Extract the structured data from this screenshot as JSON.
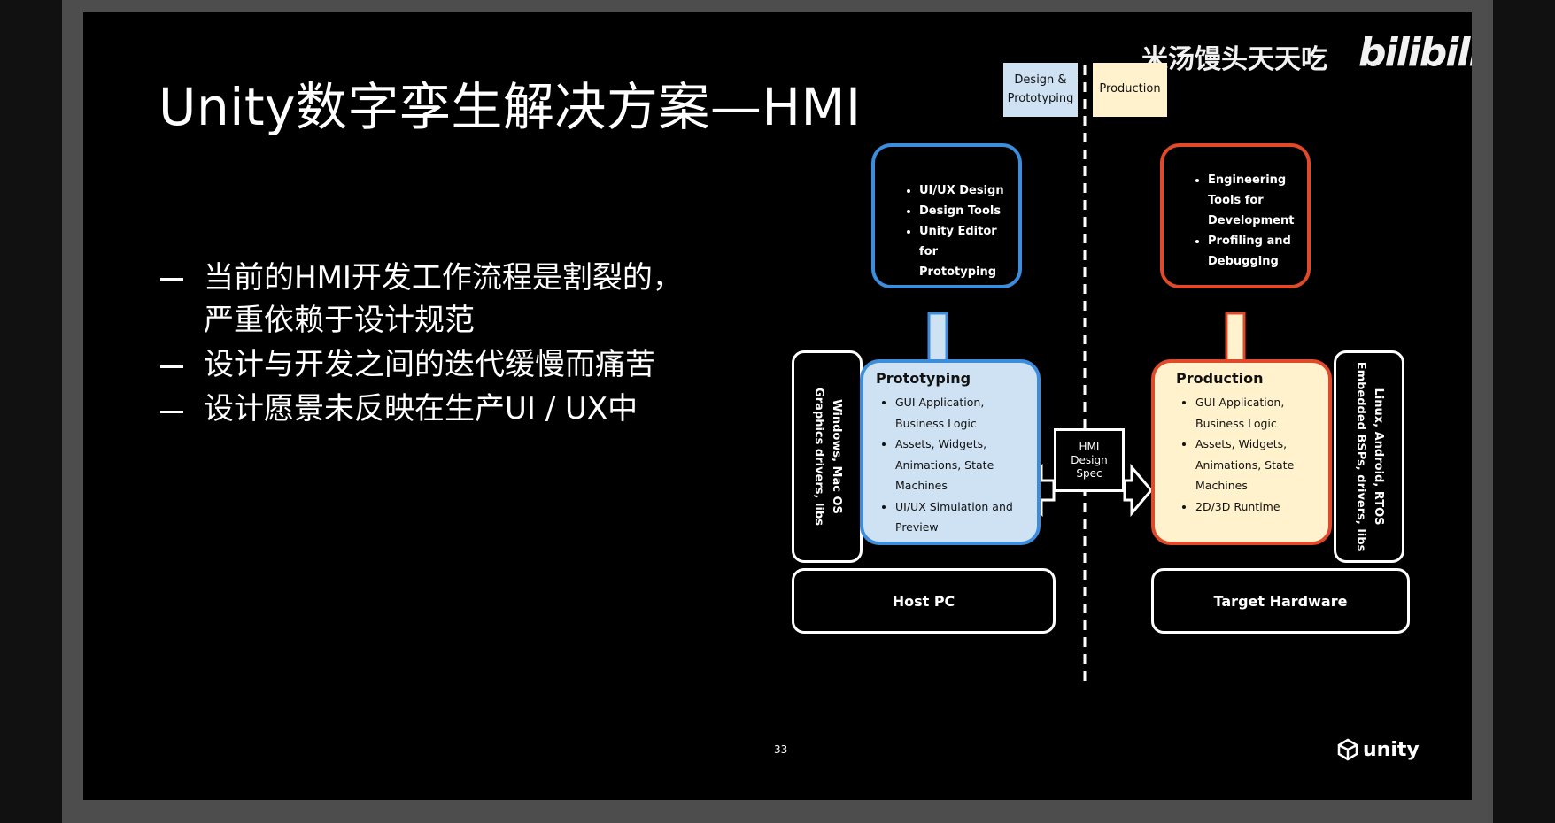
{
  "slide": {
    "title": "Unity数字孪生解决方案—HMI",
    "bullets": [
      "当前的HMI开发工作流程是割裂的，",
      "严重依赖于设计规范",
      "设计与开发之间的迭代缓慢而痛苦",
      "设计愿景未反映在生产UI / UX中"
    ],
    "page_number": "33"
  },
  "watermark": {
    "channel": "米汤馒头天天吃",
    "logo_text": "bilibili"
  },
  "diagram": {
    "tags": {
      "design_line1": "Design &",
      "design_line2": "Prototyping",
      "production": "Production"
    },
    "tools_left": [
      "UI/UX Design",
      "Design Tools",
      "Unity Editor for Prototyping"
    ],
    "tools_right": [
      "Engineering Tools for Development",
      "Profiling and Debugging"
    ],
    "prototyping": {
      "title": "Prototyping",
      "items": [
        "GUI Application, Business Logic",
        "Assets, Widgets, Animations, State Machines",
        "UI/UX Simulation and Preview"
      ]
    },
    "production": {
      "title": "Production",
      "items": [
        "GUI Application, Business Logic",
        "Assets, Widgets, Animations, State Machines",
        "2D/3D Runtime"
      ]
    },
    "left_side_line1": "Windows, Mac OS",
    "left_side_line2": "Graphics drivers, libs",
    "right_side_line1": "Linux, Android, RTOS",
    "right_side_line2": "Embedded BSPs, drivers, libs",
    "hmi_spec_line1": "HMI",
    "hmi_spec_line2": "Design",
    "hmi_spec_line3": "Spec",
    "host_pc": "Host PC",
    "target_hardware": "Target Hardware"
  },
  "footer": {
    "brand": "unity"
  },
  "colors": {
    "blue": "#3c8ddc",
    "red": "#e04a2a",
    "light_blue": "#cfe2f3",
    "light_yellow": "#fff2cc"
  }
}
